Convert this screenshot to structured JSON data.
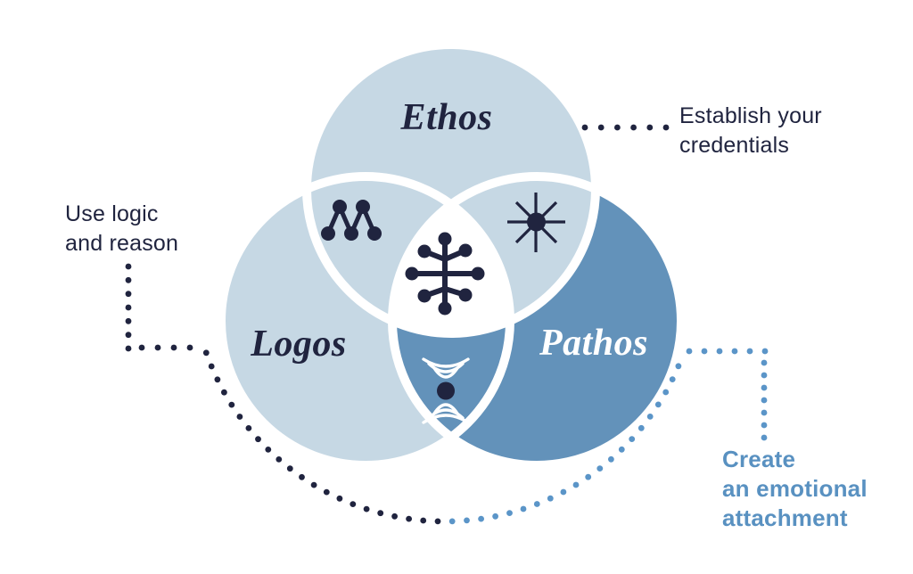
{
  "diagram": {
    "type": "venn-diagram",
    "circles": [
      {
        "id": "ethos",
        "label": "Ethos",
        "fill": "#c6d8e4",
        "label_color": "#20243f"
      },
      {
        "id": "logos",
        "label": "Logos",
        "fill": "#c6d8e4",
        "label_color": "#20243f"
      },
      {
        "id": "pathos",
        "label": "Pathos",
        "fill": "#6392ba",
        "label_color": "#ffffff"
      }
    ],
    "annotations": {
      "ethos": {
        "lines": [
          "Establish your",
          "credentials"
        ],
        "color": "#23294a"
      },
      "logos": {
        "lines": [
          "Use logic",
          "and reason"
        ],
        "color": "#23294a"
      },
      "pathos": {
        "lines": [
          "Create",
          "an emotional",
          "attachment"
        ],
        "color": "#5991c1"
      }
    },
    "overlap_icons": {
      "ethos_logos": "network-nodes-icon",
      "ethos_pathos": "spark-star-icon",
      "center": "branching-node-icon",
      "logos_pathos": "attraction-waves-icon"
    },
    "leader_lines": [
      {
        "from": "ethos circle",
        "to": "Establish your credentials",
        "style": "dotted",
        "color": "#23294a"
      },
      {
        "from": "Use logic and reason",
        "to": "logos circle",
        "style": "dotted",
        "color": "#23294a"
      },
      {
        "from": "logos side",
        "to": "pathos side",
        "style": "dotted arc",
        "color": "#23294a to #5b95c8"
      },
      {
        "from": "pathos circle",
        "to": "Create an emotional attachment",
        "style": "dotted",
        "color": "#5b95c8"
      }
    ],
    "colors": {
      "light_blue": "#c6d8e4",
      "steel_blue": "#6392ba",
      "navy": "#20243f",
      "annotation_blue": "#5991c1",
      "dot_blue": "#5b95c8",
      "background": "#ffffff"
    }
  }
}
